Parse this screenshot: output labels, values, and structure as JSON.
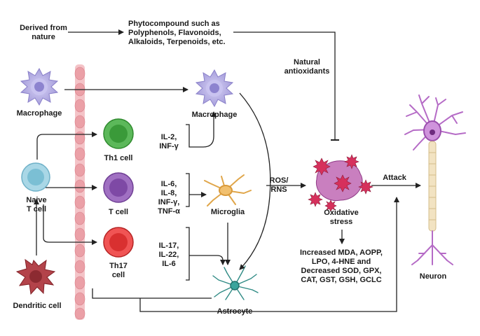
{
  "diagram": {
    "nature_note": {
      "line1": "Derived from",
      "line2": "nature"
    },
    "phytocompounds": {
      "line1": "Phytocompound such as",
      "line2": "Polyphenols, Flavonoids,",
      "line3": "Alkaloids, Terpenoids, etc."
    },
    "natural_antioxidants": {
      "line1": "Natural",
      "line2": "antioxidants"
    },
    "macrophage_left": "Macrophage",
    "macrophage_right": "Macrophage",
    "naive_t_cell": {
      "line1": "Naive",
      "line2": "T cell"
    },
    "dendritic_cell": "Dendritic cell",
    "th1_cell": "Th1 cell",
    "t_cell": "T cell",
    "th17_cell": {
      "line1": "Th17",
      "line2": "cell"
    },
    "th1_cytokines": {
      "line1": "IL-2,",
      "line2": "INF-γ"
    },
    "tcell_cytokines": {
      "line1": "IL-6,",
      "line2": "IL-8,",
      "line3": "INF-γ,",
      "line4": "TNF-α"
    },
    "th17_cytokines": {
      "line1": "IL-17,",
      "line2": "IL-22,",
      "line3": "IL-6"
    },
    "microglia": "Microglia",
    "astrocyte": "Astrocyte",
    "ros_rns": {
      "line1": "ROS/",
      "line2": "RNS"
    },
    "oxidative_stress": {
      "line1": "Oxidative",
      "line2": "stress"
    },
    "attack": "Attack",
    "neuron": "Neuron",
    "outcomes": {
      "line1": "Increased MDA, AOPP,",
      "line2": "LPO, 4-HNE and",
      "line3": "Decreased SOD, GPX,",
      "line4": "CAT, GST, GSH, GCLC"
    }
  },
  "colors": {
    "macrophage": "#b9b2e6",
    "naive_t_cell": "#8fc9dc",
    "th1": "#43a641",
    "t_cell": "#8d52b0",
    "th17": "#e63a3a",
    "dendritic": "#a8323a",
    "neuron": "#c98ad6",
    "barrier": "#f2b8bd",
    "ros": "#d6305c",
    "arrow": "#222222"
  }
}
